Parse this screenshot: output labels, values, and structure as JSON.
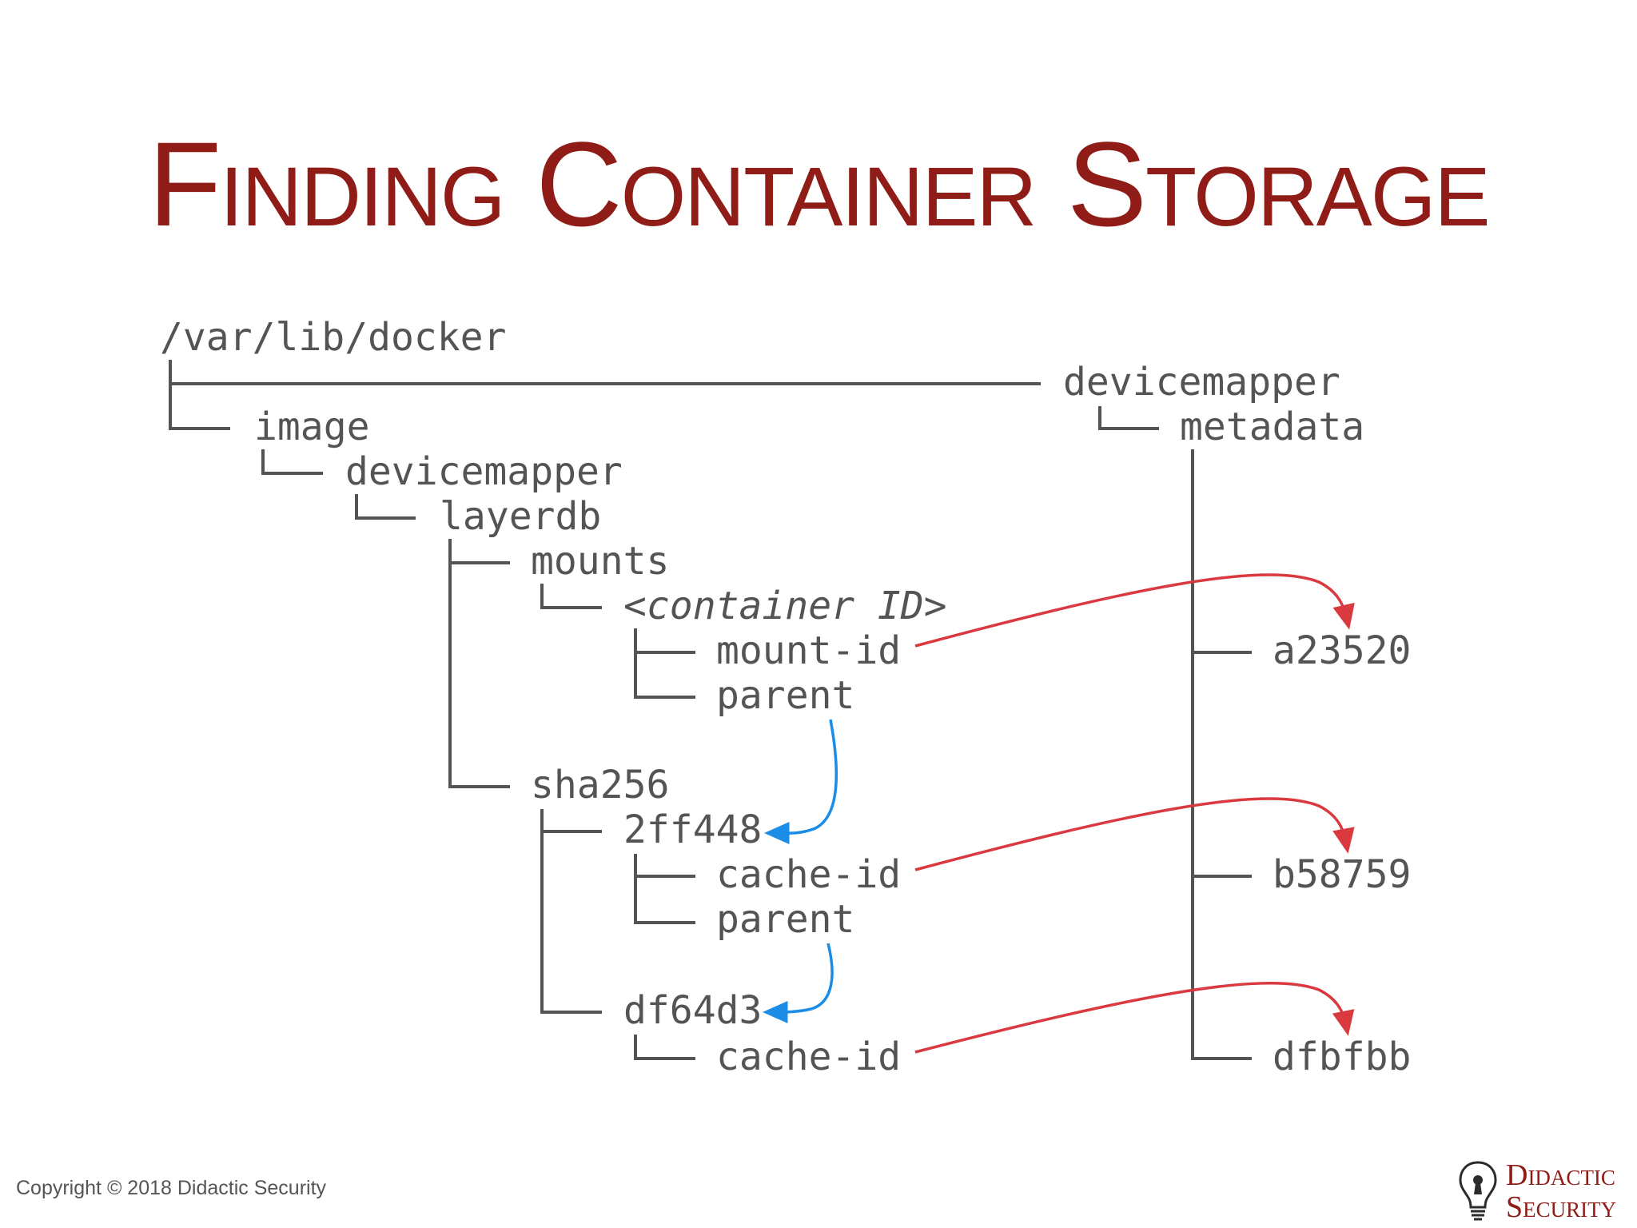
{
  "title": "Finding Container Storage",
  "tree": {
    "root": "/var/lib/docker",
    "devicemapper_top": "devicemapper",
    "metadata": "metadata",
    "image": "image",
    "devicemapper": "devicemapper",
    "layerdb": "layerdb",
    "mounts": "mounts",
    "container_id": "<container ID>",
    "mount_id": "mount-id",
    "parent_1": "parent",
    "sha256": "sha256",
    "layer_1": "2ff448",
    "cache_id_1": "cache-id",
    "parent_2": "parent",
    "layer_2": "df64d3",
    "cache_id_2": "cache-id",
    "meta_1": "a23520",
    "meta_2": "b58759",
    "meta_3": "dfbfbb"
  },
  "colors": {
    "title": "#8f1c17",
    "text": "#545454",
    "red_arrow": "#d9393f",
    "blue_arrow": "#1b8de6"
  },
  "footer": {
    "copyright": "Copyright © 2018 Didactic Security",
    "logo_line1": "Didactic",
    "logo_line2": "Security",
    "logo_icon": "lightbulb-keyhole-icon"
  }
}
